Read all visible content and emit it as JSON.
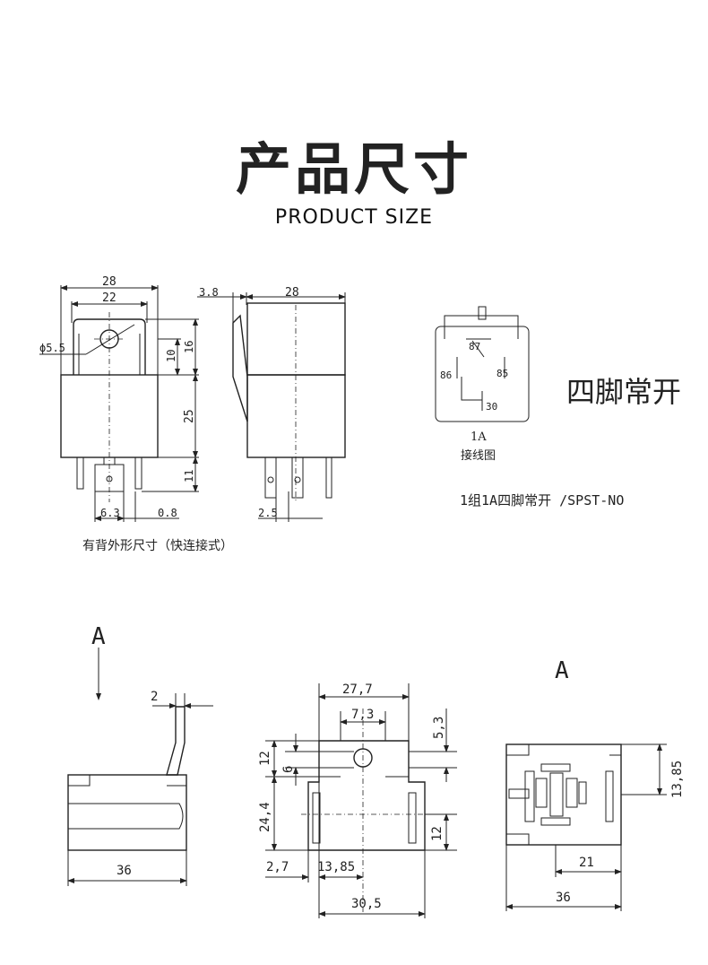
{
  "header": {
    "title_cn": "产品尺寸",
    "title_en": "PRODUCT SIZE"
  },
  "front_view": {
    "dim_width_outer": "28",
    "dim_width_inner": "22",
    "dim_hole": "ϕ5.5",
    "dim_bracket_10": "10",
    "dim_bracket_16": "16",
    "dim_body_25": "25",
    "dim_pins_11": "11",
    "dim_pin_6_3": "6.3",
    "dim_pin_0_8": "0.8",
    "caption": "有背外形尺寸（快连接式）"
  },
  "side_view": {
    "dim_3_8": "3.8",
    "dim_28": "28",
    "dim_2_5": "2.5"
  },
  "wiring": {
    "pin_87": "87",
    "pin_86": "86",
    "pin_85": "85",
    "pin_30": "30",
    "type_code": "1A",
    "diagram_label": "接线图",
    "side_label": "四脚常开",
    "spec_text": "1组1A四脚常开 /SPST-NO"
  },
  "bottom_left": {
    "view_label": "A",
    "dim_2": "2",
    "dim_36": "36"
  },
  "bottom_middle": {
    "dim_27_7": "27,7",
    "dim_7_3": "7,3",
    "dim_5_3": "5,3",
    "dim_12_top": "12",
    "dim_6": "6",
    "dim_24_4": "24,4",
    "dim_12_right": "12",
    "dim_2_7": "2,7",
    "dim_13_85": "13,85",
    "dim_30_5": "30,5"
  },
  "bottom_right": {
    "view_label": "A",
    "dim_13_85": "13,85",
    "dim_21": "21",
    "dim_36": "36"
  }
}
